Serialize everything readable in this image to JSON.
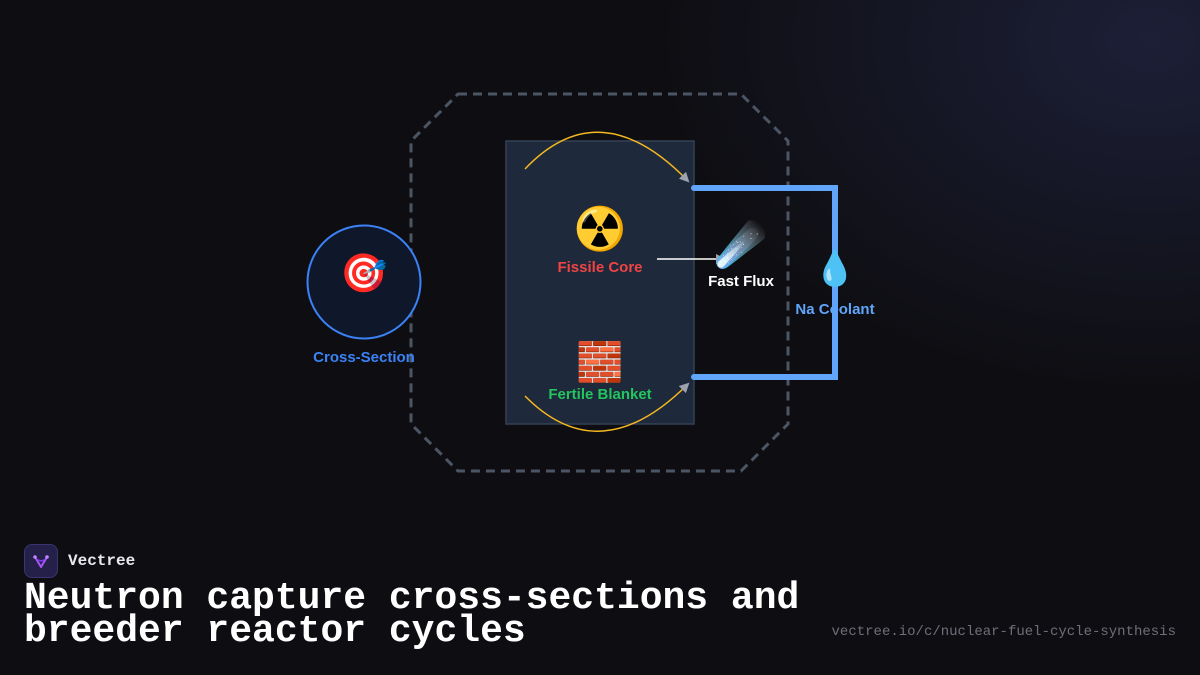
{
  "diagram": {
    "nodes": {
      "cross_section": {
        "label": "Cross-Section",
        "icon": "🎯",
        "icon_name": "target-icon",
        "color": "#3b82f6"
      },
      "fissile_core": {
        "label": "Fissile Core",
        "icon": "☢️",
        "icon_name": "radioactive-icon",
        "color": "#ef4444"
      },
      "fertile_blanket": {
        "label": "Fertile Blanket",
        "icon": "🧱",
        "icon_name": "brick-icon",
        "color": "#22c55e"
      },
      "fast_flux": {
        "label": "Fast Flux",
        "icon": "☄️",
        "icon_name": "comet-icon",
        "color": "#ffffff"
      },
      "na_coolant": {
        "label": "Na Coolant",
        "icon": "💧",
        "icon_name": "droplet-icon",
        "color": "#60a5fa"
      }
    },
    "colors": {
      "containment": "#4b5563",
      "reactor_block": "#1e293b",
      "cycle_arc": "#f5b820",
      "coolant_loop": "#60a5fa"
    }
  },
  "brand": {
    "name": "Vectree"
  },
  "title": "Neutron capture cross-sections and breeder reactor cycles",
  "url": "vectree.io/c/nuclear-fuel-cycle-synthesis"
}
